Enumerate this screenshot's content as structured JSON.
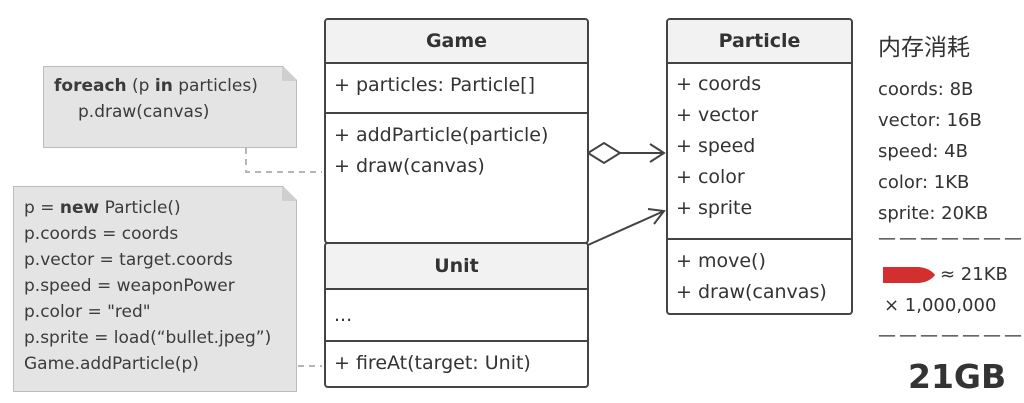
{
  "notes": {
    "loop": [
      "foreach (p in particles)",
      "p.draw(canvas)"
    ],
    "loop_keywords": {
      "foreach": "foreach",
      "in": "in"
    },
    "fire": [
      "p = new Particle()",
      "p.coords = coords",
      "p.vector = target.coords",
      "p.speed = weaponPower",
      "p.color = \"red\"",
      "p.sprite = load(“bullet.jpeg”)",
      "Game.addParticle(p)"
    ]
  },
  "game": {
    "title": "Game",
    "fields": [
      "+ particles: Particle[]"
    ],
    "methods": [
      "+ addParticle(particle)",
      "+ draw(canvas)"
    ]
  },
  "unit": {
    "title": "Unit",
    "fields": [
      "..."
    ],
    "methods": [
      "+ fireAt(target: Unit)"
    ]
  },
  "particle": {
    "title": "Particle",
    "fields": [
      "+ coords",
      "+ vector",
      "+ speed",
      "+ color",
      "+ sprite"
    ],
    "methods": [
      "+ move()",
      "+ draw(canvas)"
    ]
  },
  "memory": {
    "title": "内存消耗",
    "items": [
      "coords: 8B",
      "vector: 16B",
      "speed: 4B",
      "color: 1KB",
      "sprite: 20KB"
    ],
    "separator": "———————",
    "approx": "≈ 21KB",
    "multiplier": "× 1,000,000",
    "total": "21GB"
  },
  "colors": {
    "bullet": "#d32f2f",
    "border": "#444444",
    "note_bg": "#e4e4e4"
  }
}
